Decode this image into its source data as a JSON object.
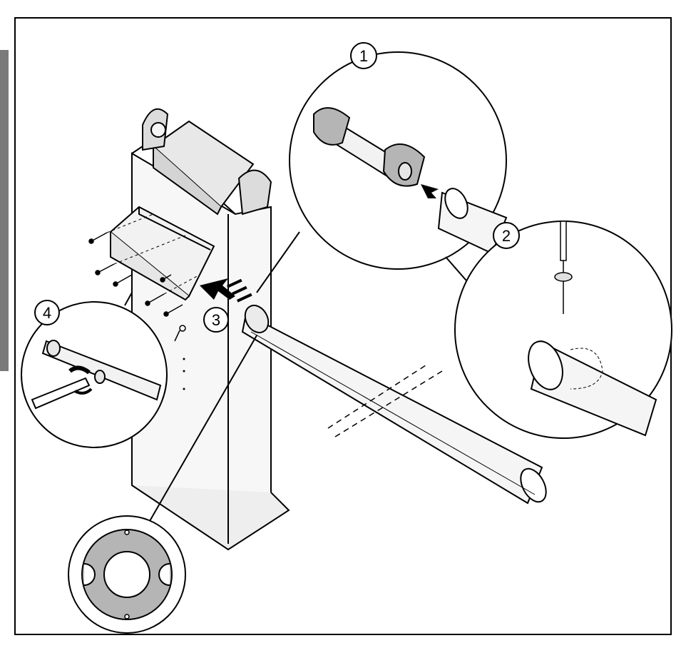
{
  "figure": {
    "callouts": [
      {
        "id": "callout-1",
        "label": "1"
      },
      {
        "id": "callout-2",
        "label": "2"
      },
      {
        "id": "callout-3",
        "label": "3"
      },
      {
        "id": "callout-4",
        "label": "4"
      }
    ],
    "colors": {
      "line": "#000000",
      "fill_light": "#f2f2f2",
      "fill_gray": "#b5b5b5",
      "tab": "#7a7a7a",
      "background": "#ffffff"
    }
  }
}
